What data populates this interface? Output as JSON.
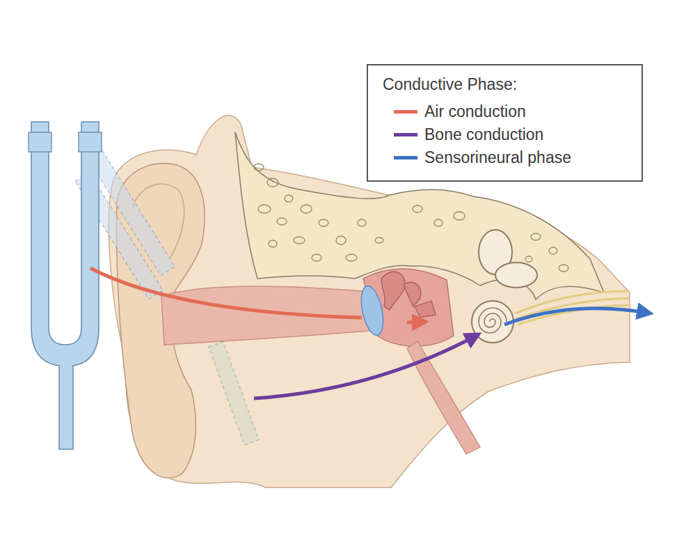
{
  "diagram": {
    "labels": [
      "Conductive Phase:"
    ],
    "legend": [
      {
        "text": "Air conduction",
        "color": "#e36b55"
      },
      {
        "text": "Bone conduction",
        "color": "#6a3d9e"
      },
      {
        "text": "Sensorineural phase",
        "color": "#3d72c6"
      }
    ]
  }
}
